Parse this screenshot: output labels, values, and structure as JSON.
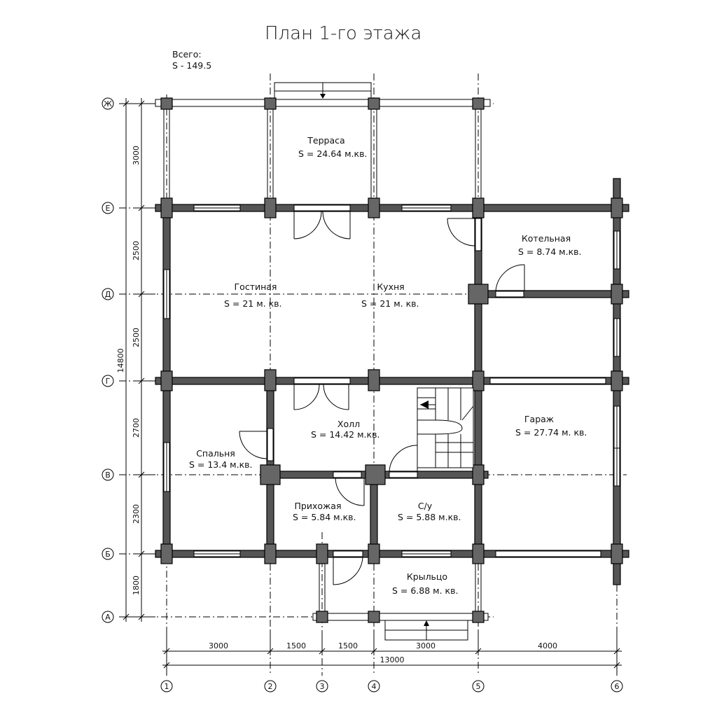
{
  "title": "План 1-го этажа",
  "total": {
    "label": "Всего:",
    "area": "S  -  149.5"
  },
  "rooms": [
    {
      "name": "Терраса",
      "area": "S  =  24.64 м.кв."
    },
    {
      "name": "Котельная",
      "area": "S  =  8.74 м.кв."
    },
    {
      "name": "Гостиная",
      "area": "S  =  21 м. кв."
    },
    {
      "name": "Кухня",
      "area": "S  =  21 м. кв."
    },
    {
      "name": "Холл",
      "area": "S  =  14.42 м.кв."
    },
    {
      "name": "Гараж",
      "area": "S  =  27.74 м. кв."
    },
    {
      "name": "Спальня",
      "area": "S  =  13.4 м.кв."
    },
    {
      "name": "Прихожая",
      "area": "S  =  5.84 м.кв."
    },
    {
      "name": "С/у",
      "area": "S  =  5.88 м.кв."
    },
    {
      "name": "Крыльцо",
      "area": "S  =  6.88 м. кв."
    }
  ],
  "row_axes": [
    "Ж",
    "Е",
    "Д",
    "Г",
    "В",
    "Б",
    "А"
  ],
  "col_axes": [
    "1",
    "2",
    "3",
    "4",
    "5",
    "6"
  ],
  "vertical_dims": [
    "3000",
    "2500",
    "2500",
    "2700",
    "2300",
    "1800"
  ],
  "vertical_total": "14800",
  "horizontal_dims": [
    "3000",
    "1500",
    "1500",
    "3000",
    "4000"
  ],
  "horizontal_total": "13000"
}
